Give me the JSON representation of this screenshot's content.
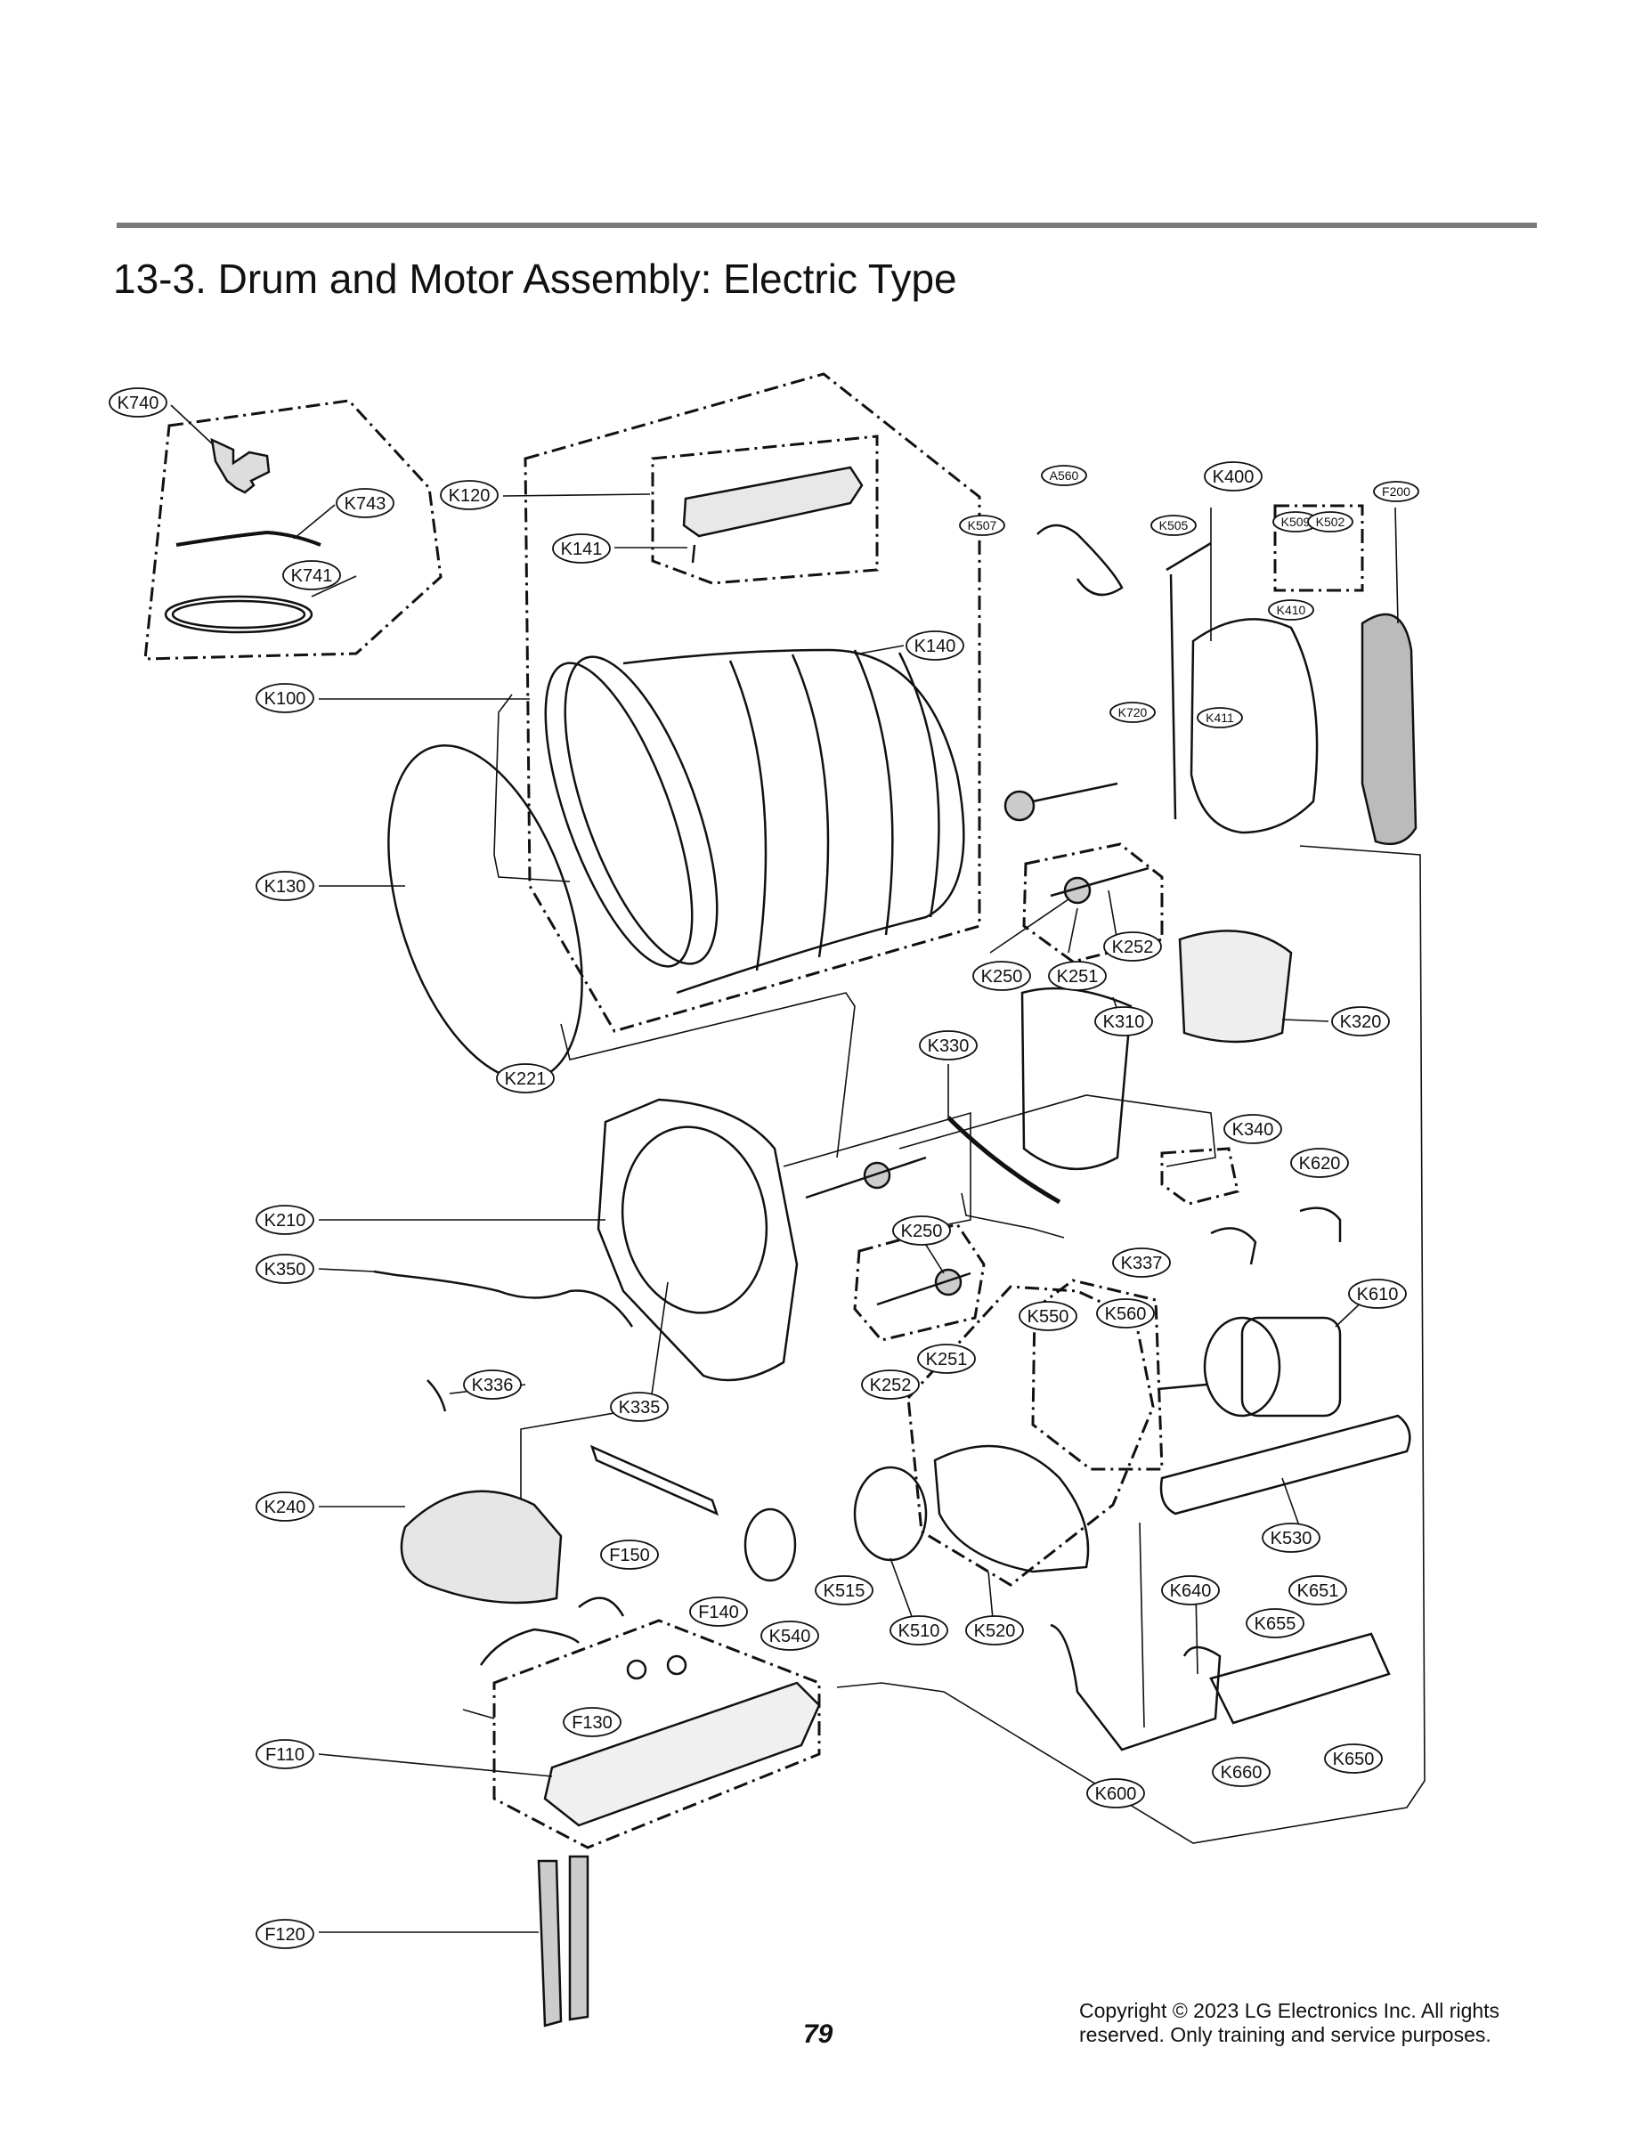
{
  "header": {
    "title": "13-3. Drum and Motor Assembly: Electric Type"
  },
  "diagram": {
    "part_labels": [
      "K740",
      "K743",
      "K741",
      "K120",
      "K141",
      "K100",
      "K140",
      "K130",
      "A560",
      "K400",
      "F200",
      "K507",
      "K505",
      "K509",
      "K502",
      "K410",
      "K720",
      "K411",
      "K250",
      "K251",
      "K252",
      "K221",
      "K330",
      "K310",
      "K320",
      "K340",
      "K620",
      "K210",
      "K350",
      "K250",
      "K337",
      "K550",
      "K560",
      "K610",
      "K252",
      "K251",
      "K336",
      "K335",
      "K240",
      "F150",
      "K515",
      "F140",
      "K540",
      "K510",
      "K520",
      "K530",
      "K640",
      "K651",
      "K655",
      "F130",
      "F110",
      "K600",
      "K660",
      "K650",
      "F120"
    ]
  },
  "footer": {
    "page_number": "79",
    "copyright_line1": "Copyright © 2023 LG Electronics Inc. All rights",
    "copyright_line2": "reserved. Only training and service purposes."
  }
}
